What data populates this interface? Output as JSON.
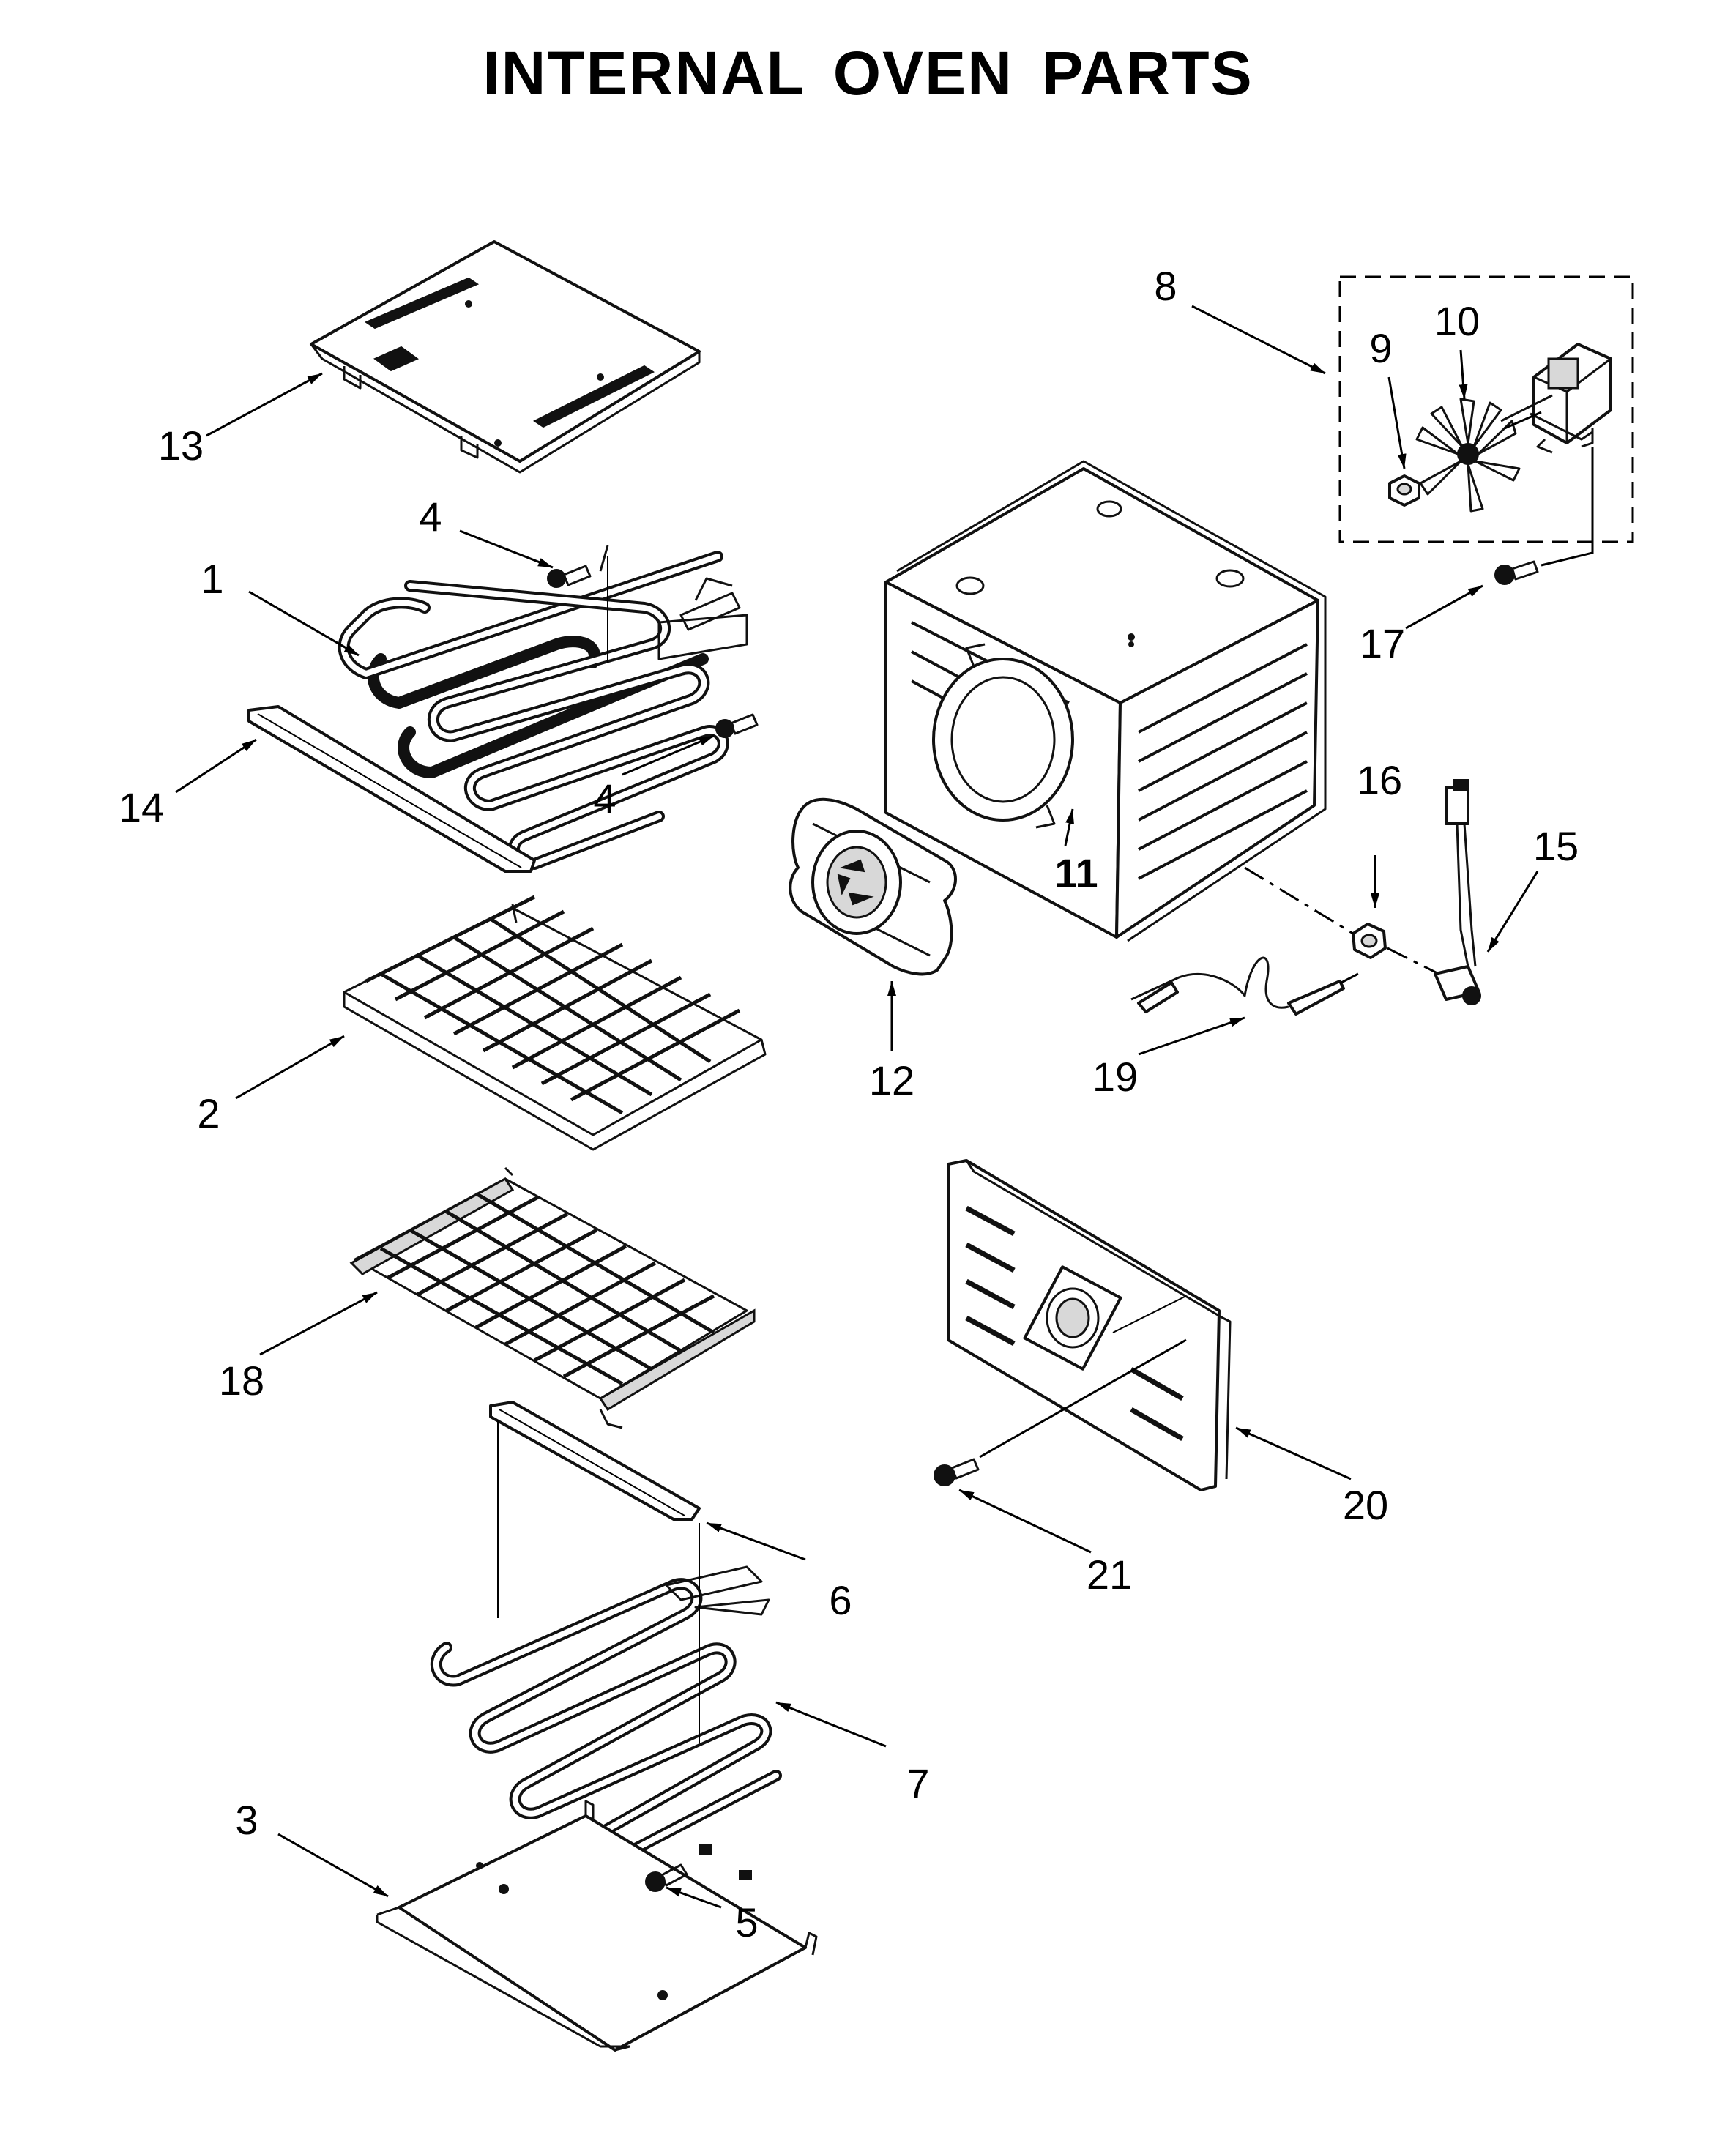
{
  "title": "INTERNAL OVEN PARTS",
  "callouts": {
    "c1": "1",
    "c2": "2",
    "c3": "3",
    "c4a": "4",
    "c4b": "4",
    "c5": "5",
    "c6": "6",
    "c7": "7",
    "c8": "8",
    "c9": "9",
    "c10": "10",
    "c11": "11",
    "c12": "12",
    "c13": "13",
    "c14": "14",
    "c15": "15",
    "c16": "16",
    "c17": "17",
    "c18": "18",
    "c19": "19",
    "c20": "20",
    "c21": "21"
  }
}
